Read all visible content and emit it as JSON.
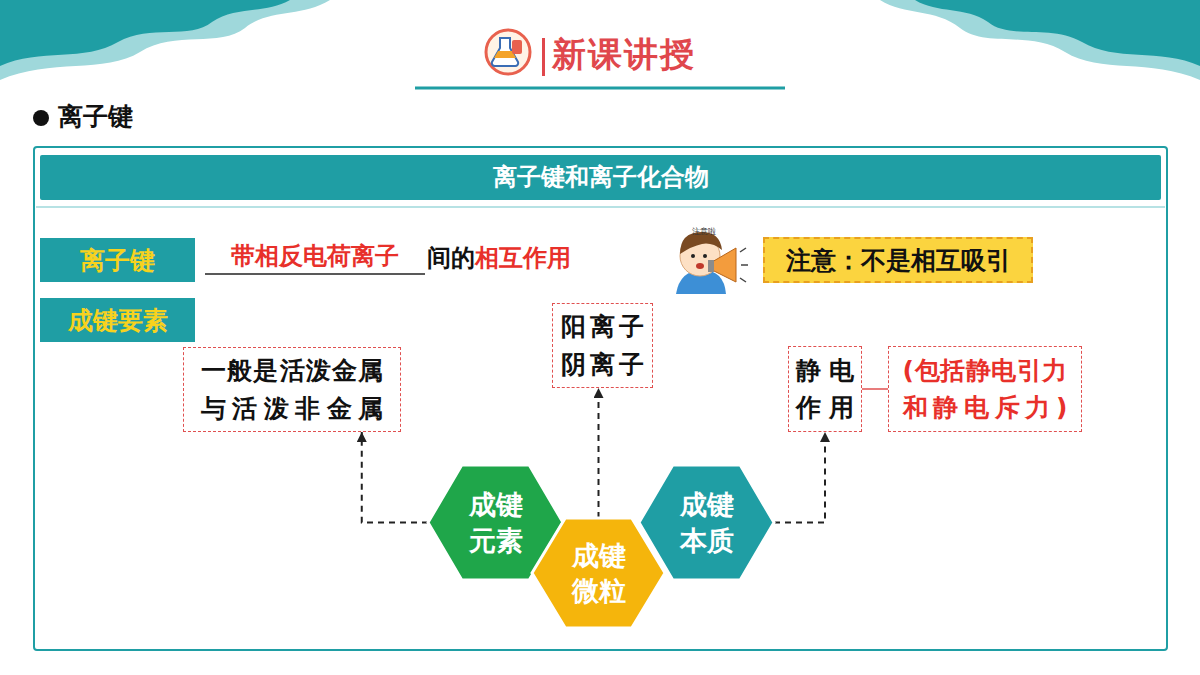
{
  "diagram": {
    "title": "新课讲授",
    "nodes": [
      {
        "text": [
          "离子键和离子化合物"
        ]
      },
      {
        "text": [
          "离子键"
        ],
        "in": 0
      },
      {
        "text": [
          "成键要素"
        ],
        "in": 0
      },
      {
        "text": [
          "注意：不是相互吸引"
        ],
        "in": 0
      },
      {
        "text": [
          "一般是活泼金属 与活泼非金属"
        ],
        "in": 0
      },
      {
        "text": [
          "阳离子 阴离子"
        ],
        "in": 0
      },
      {
        "text": [
          "静电 作用"
        ],
        "in": 0
      },
      {
        "text": [
          "(包括静电引力 和静电斥力)"
        ],
        "in": 0
      },
      {
        "text": [
          "成键 元素"
        ],
        "in": 0
      },
      {
        "text": [
          "成键 微粒"
        ],
        "in": 0
      },
      {
        "text": [
          "成键 本质"
        ],
        "in": 0
      }
    ],
    "edges": [
      {
        "from": 8,
        "to": 4,
        "arrow": "to"
      },
      {
        "from": 9,
        "to": 5,
        "arrow": "to"
      },
      {
        "from": 10,
        "to": 6,
        "arrow": "to"
      },
      {
        "from": 6,
        "to": 7,
        "arrow": "none"
      }
    ],
    "labels": [
      "离子键",
      "带相反电荷离子",
      "间的",
      "相互作用",
      "注意啦"
    ]
  }
}
